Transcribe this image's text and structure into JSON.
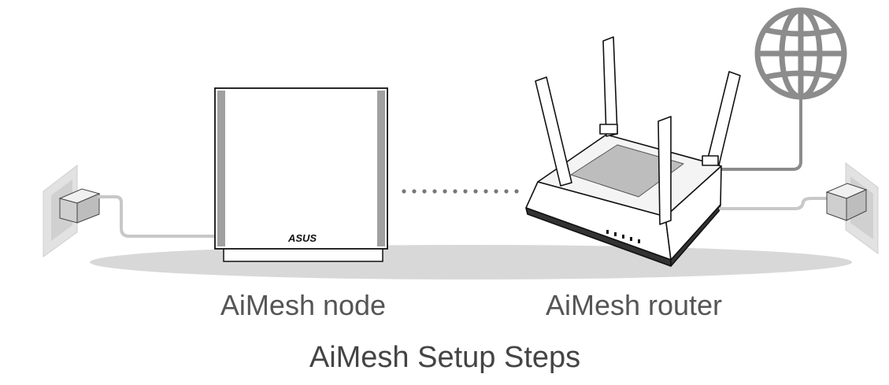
{
  "diagram": {
    "title": "AiMesh Setup Steps",
    "node_label": "AiMesh node",
    "router_label": "AiMesh router",
    "node_brand": "ASUS"
  },
  "colors": {
    "floor_shadow": "#d9d9d9",
    "cable": "#c8c8c8",
    "globe": "#8c8c8c",
    "outline": "#111111",
    "node_side_panel": "#9a9a9a",
    "dot": "#777777",
    "text": "#555555"
  },
  "icons": [
    "wall-outlet-left-icon",
    "power-adapter-left-icon",
    "aimesh-node-icon",
    "aimesh-router-icon",
    "globe-icon",
    "wall-outlet-right-icon",
    "power-adapter-right-icon",
    "dotted-connection-icon"
  ]
}
